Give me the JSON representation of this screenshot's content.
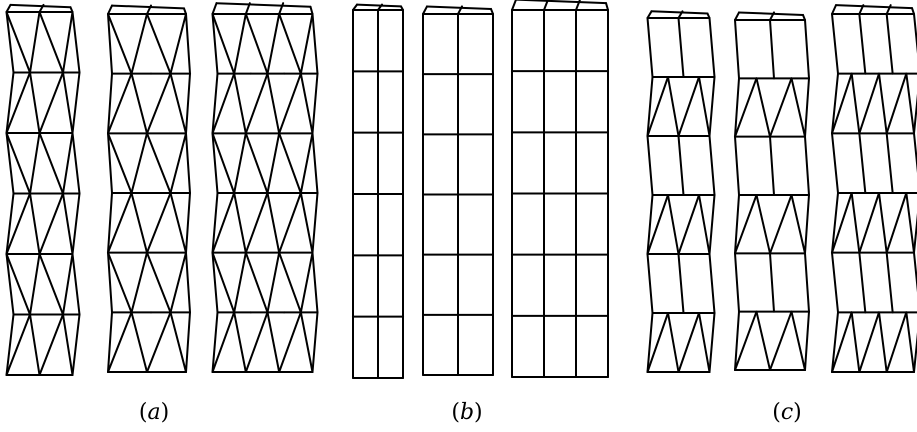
{
  "panels": [
    {
      "id": "a",
      "letter": "a",
      "towers": [
        {
          "kind": "triangulated",
          "sides": 3
        },
        {
          "kind": "triangulated",
          "sides": 4
        },
        {
          "kind": "triangulated",
          "sides": 5
        }
      ]
    },
    {
      "id": "b",
      "letter": "b",
      "towers": [
        {
          "kind": "prism",
          "sides": 3
        },
        {
          "kind": "prism",
          "sides": 4
        },
        {
          "kind": "prism",
          "sides": 5
        }
      ]
    },
    {
      "id": "c",
      "letter": "c",
      "towers": [
        {
          "kind": "mixed",
          "sides": 3
        },
        {
          "kind": "mixed",
          "sides": 4
        },
        {
          "kind": "mixed",
          "sides": 5
        }
      ]
    }
  ],
  "stroke_color": "#000000"
}
